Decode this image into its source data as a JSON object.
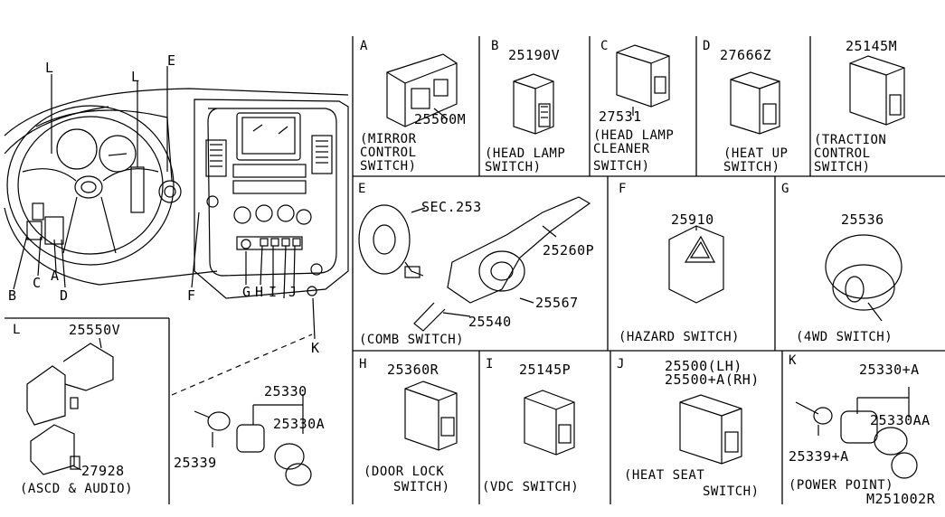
{
  "diagram_code": "M251002R",
  "overview": {
    "callouts": [
      "L",
      "E",
      "L",
      "B",
      "C",
      "A",
      "D",
      "F",
      "G",
      "H",
      "I",
      "J",
      "K"
    ]
  },
  "panels": {
    "A": {
      "letter": "A",
      "part": "25560M",
      "caption": [
        "(MIRROR",
        "CONTROL",
        "SWITCH)"
      ]
    },
    "B": {
      "letter": "B",
      "part": "25190V",
      "caption": [
        "(HEAD LAMP",
        "SWITCH)"
      ]
    },
    "C": {
      "letter": "C",
      "part": "27531",
      "caption": [
        "(HEAD LAMP",
        "CLEANER",
        "SWITCH)"
      ]
    },
    "D": {
      "letter": "D",
      "part": "27666Z",
      "caption": [
        "(HEAT UP",
        "SWITCH)"
      ]
    },
    "A2": {
      "part": "25145M",
      "caption": [
        "(TRACTION",
        "CONTROL",
        "SWITCH)"
      ]
    },
    "E": {
      "letter": "E",
      "parts": [
        "SEC.253",
        "25260P",
        "25567",
        "25540"
      ],
      "caption": [
        "(COMB SWITCH)"
      ]
    },
    "F": {
      "letter": "F",
      "part": "25910",
      "caption": [
        "(HAZARD SWITCH)"
      ]
    },
    "G": {
      "letter": "G",
      "part": "25536",
      "caption": [
        "(4WD SWITCH)"
      ]
    },
    "H": {
      "letter": "H",
      "part": "25360R",
      "caption": [
        "(DOOR LOCK",
        "SWITCH)"
      ]
    },
    "I": {
      "letter": "I",
      "part": "25145P",
      "caption": [
        "(VDC SWITCH)"
      ]
    },
    "J": {
      "letter": "J",
      "parts": [
        "25500(LH)",
        "25500+A(RH)"
      ],
      "caption": [
        "(HEAT SEAT",
        "SWITCH)"
      ]
    },
    "K": {
      "letter": "K",
      "parts": [
        "25330+A",
        "25330AA",
        "25339+A"
      ],
      "caption": [
        "(POWER POINT)"
      ]
    },
    "L": {
      "letter": "L",
      "parts": [
        "25550V",
        "27928"
      ],
      "caption": [
        "(ASCD & AUDIO)"
      ]
    },
    "lighter": {
      "parts": [
        "25330",
        "25330A",
        "25339"
      ]
    }
  }
}
